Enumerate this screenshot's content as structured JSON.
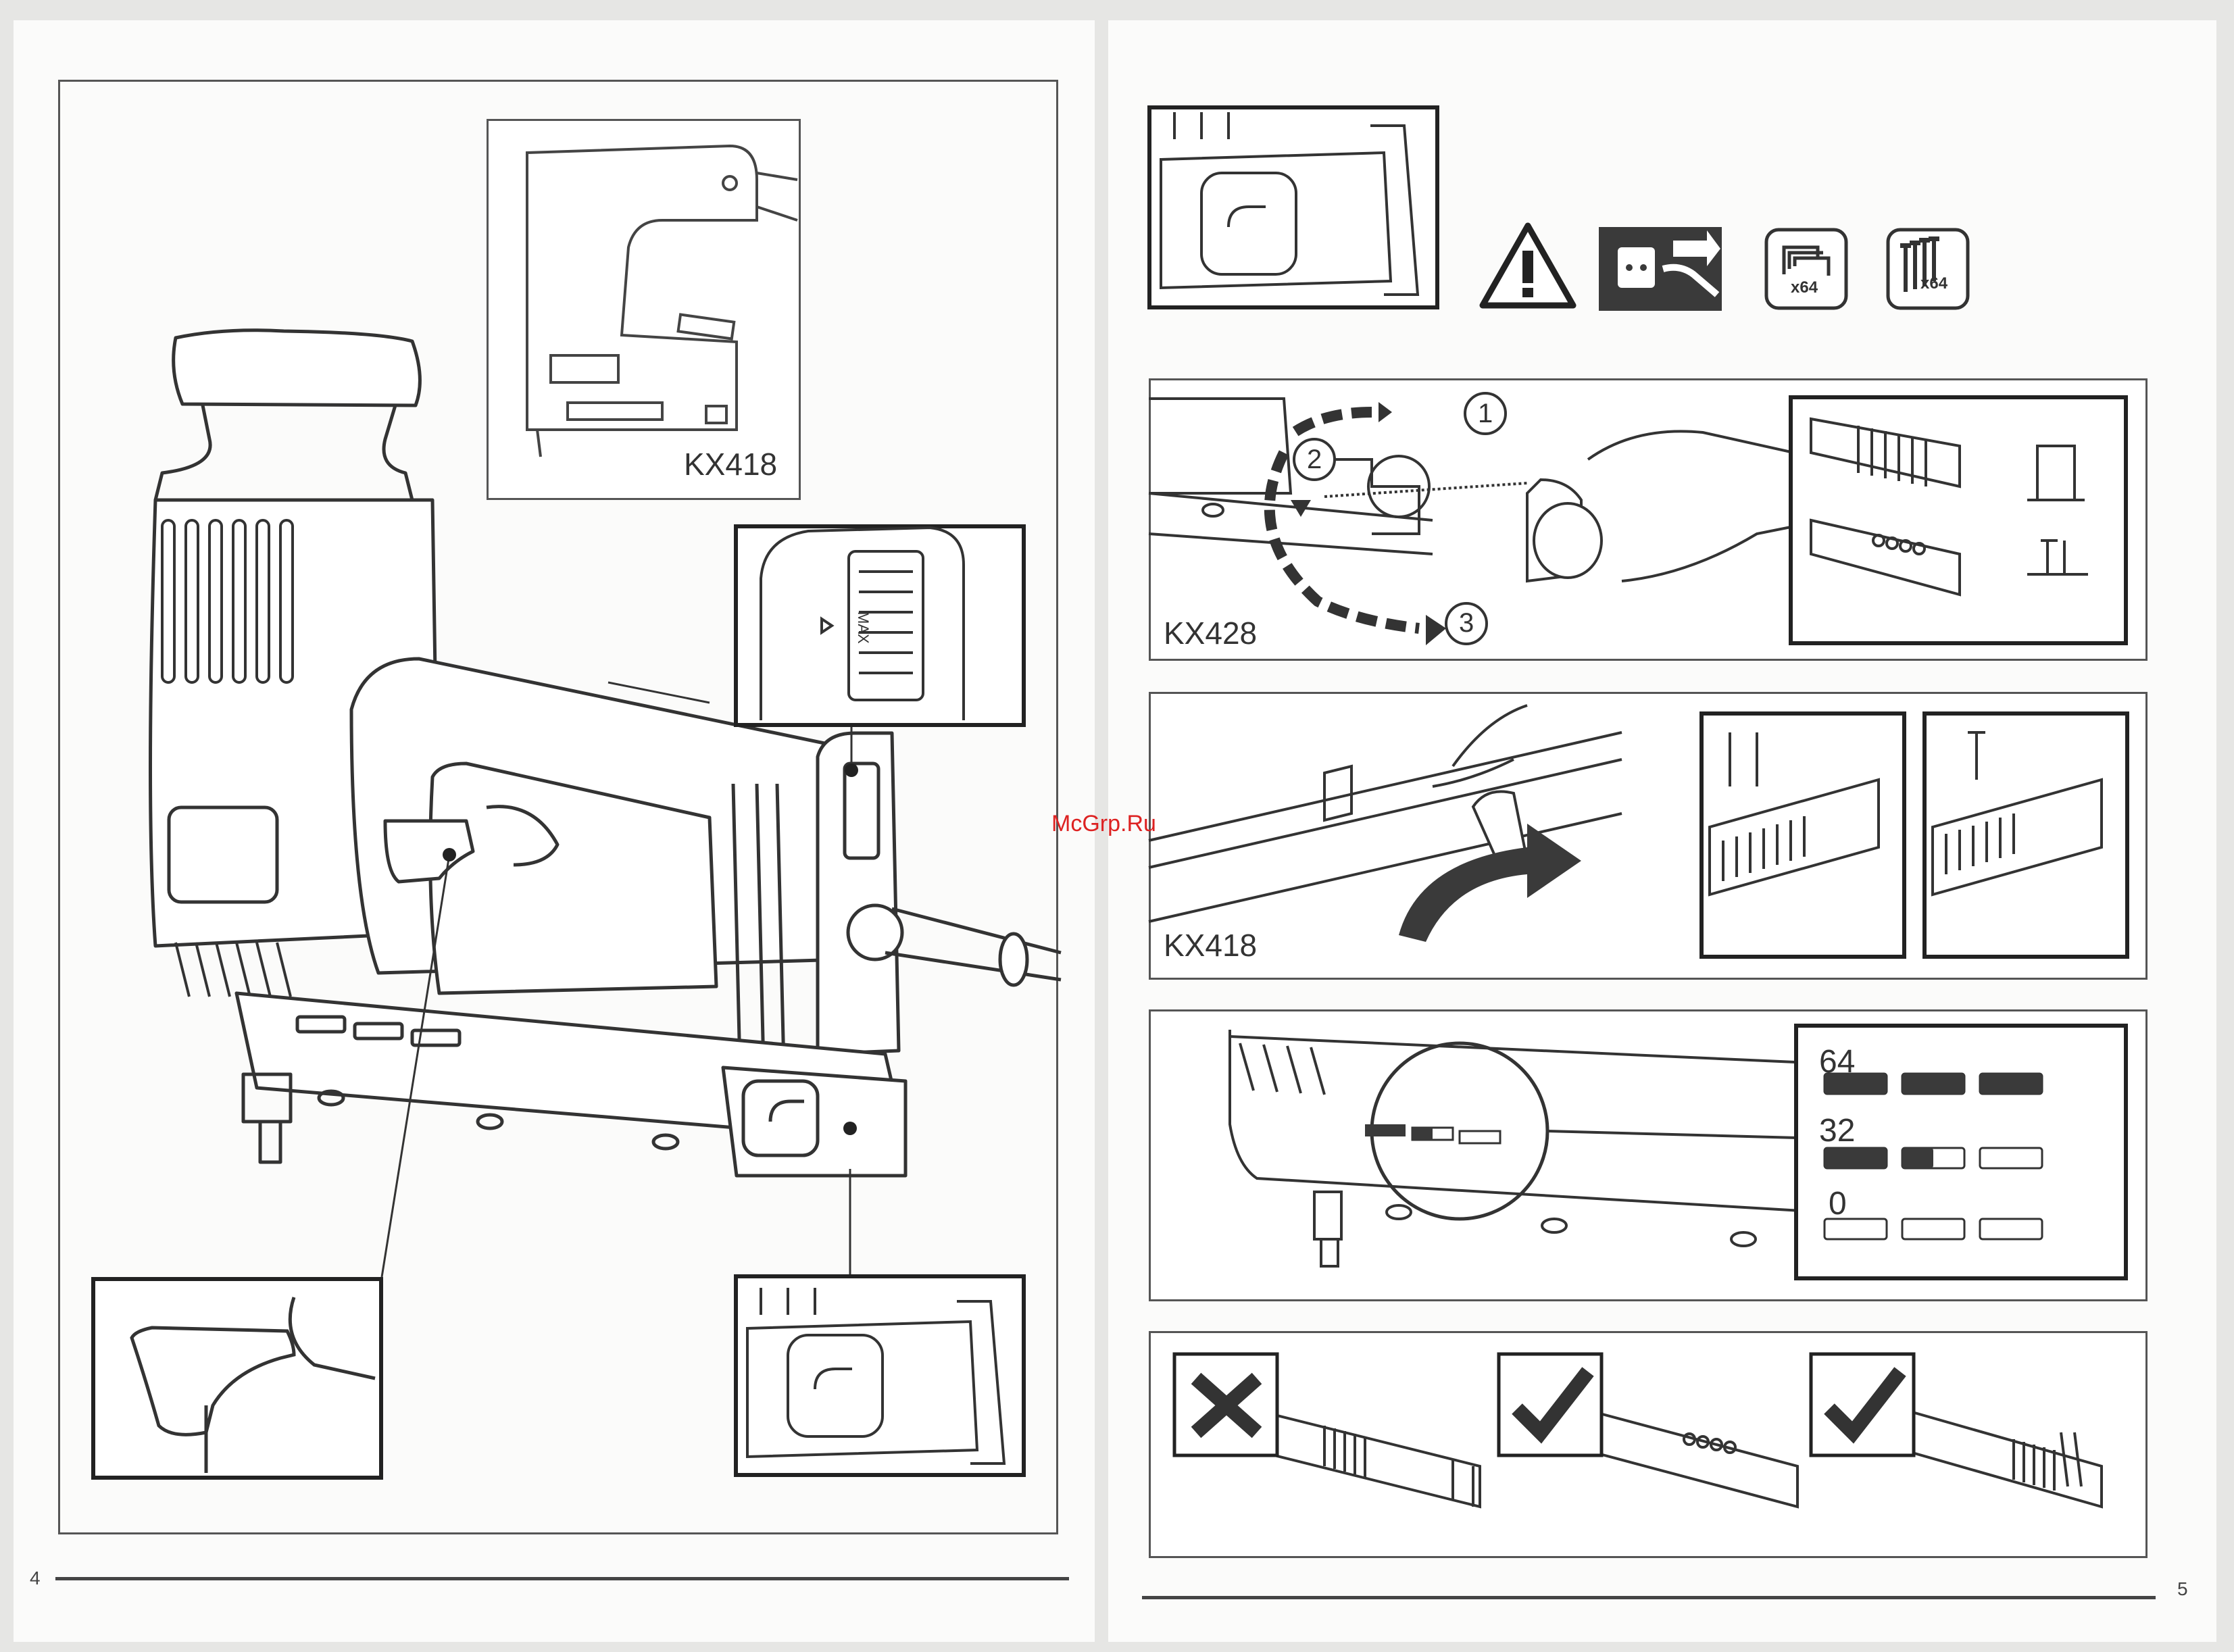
{
  "watermark": "McGrp.Ru",
  "left_page": {
    "page_number": "4",
    "inset_model_label": "KX418",
    "dial_label": "MAX"
  },
  "right_page": {
    "page_number": "5",
    "icons": [
      {
        "name": "warning-triangle-icon",
        "text": ""
      },
      {
        "name": "unplug-icon",
        "text": ""
      },
      {
        "name": "staples-icon",
        "text": "x64"
      },
      {
        "name": "nails-icon",
        "text": "x64"
      }
    ],
    "panel_kx428": {
      "model_label": "KX428",
      "steps": [
        "1",
        "2",
        "3"
      ]
    },
    "panel_kx418": {
      "model_label": "KX418"
    },
    "panel_indicator": {
      "levels": [
        "64",
        "32",
        "0"
      ],
      "fill_levels": [
        1.0,
        0.5,
        0.0
      ]
    },
    "panel_loading": {
      "marks": [
        "wrong",
        "correct",
        "correct"
      ]
    }
  }
}
